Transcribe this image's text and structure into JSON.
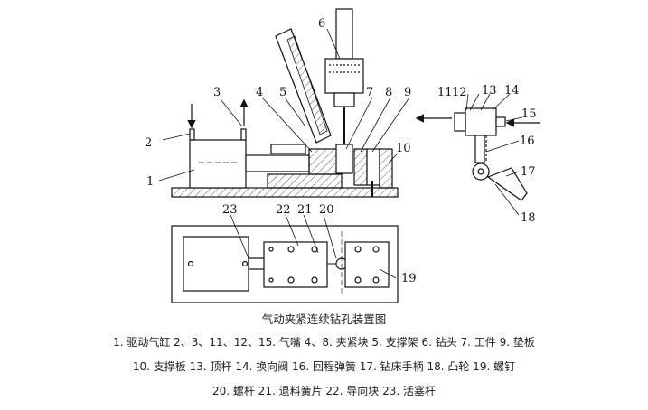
{
  "diagram": {
    "callouts": [
      "1",
      "2",
      "3",
      "4",
      "5",
      "6",
      "7",
      "8",
      "9",
      "10",
      "11",
      "12",
      "13",
      "14",
      "15",
      "16",
      "17",
      "18",
      "19",
      "20",
      "21",
      "22",
      "23"
    ]
  },
  "caption": {
    "title": "气动夹紧连续钻孔装置图",
    "line1": "1. 驱动气缸 2、3、11、12、15. 气嘴 4、8. 夹紧块 5. 支撑架 6. 钻头 7. 工件 9. 垫板",
    "line2": "10. 支撑板 13. 顶杆 14. 换向阀 16. 回程弹簧 17. 钻床手柄 18. 凸轮 19. 螺钉",
    "line3": "20. 螺杆 21. 退料簧片 22. 导向块 23. 活塞杆"
  }
}
